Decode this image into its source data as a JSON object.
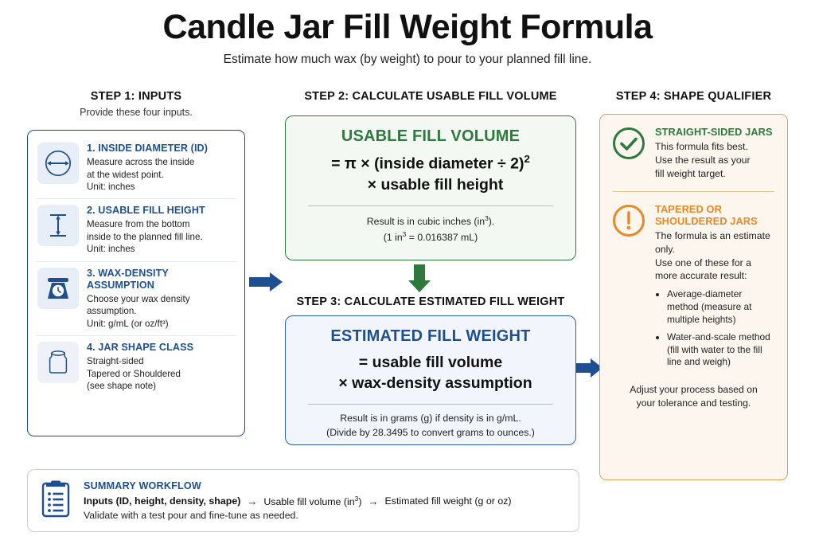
{
  "header": {
    "title": "Candle Jar Fill Weight Formula",
    "subtitle": "Estimate how much wax (by weight) to pour to your planned fill line."
  },
  "colors": {
    "blue": "#1d4f91",
    "green": "#2e7a3e",
    "orange": "#e58a24",
    "panel_blue_border": "#1f4e8c",
    "panel_orange_border": "#e0a05a",
    "green_box_bg": "#f3f8f2",
    "blue_box_bg": "#f2f6fc",
    "orange_box_bg": "#fdf6ee"
  },
  "steps": {
    "step1": {
      "heading": "STEP 1: INPUTS",
      "sub": "Provide these four inputs."
    },
    "step2": {
      "heading": "STEP 2: CALCULATE USABLE FILL VOLUME"
    },
    "step3": {
      "heading": "STEP 3: CALCULATE ESTIMATED FILL WEIGHT"
    },
    "step4": {
      "heading": "STEP 4: SHAPE QUALIFIER"
    }
  },
  "inputs": [
    {
      "icon": "circle-diameter-icon",
      "title": "1. INSIDE DIAMETER (ID)",
      "lines": [
        "Measure across the inside",
        "at the widest point.",
        "Unit: inches"
      ]
    },
    {
      "icon": "vertical-height-arrow-icon",
      "title": "2. USABLE FILL HEIGHT",
      "lines": [
        "Measure from the bottom",
        "inside to the planned fill line.",
        "Unit: inches"
      ]
    },
    {
      "icon": "kitchen-scale-icon",
      "title": "3. WAX-DENSITY ASSUMPTION",
      "lines": [
        "Choose your wax density",
        "assumption.",
        "Unit: g/mL (or oz/ft³)"
      ]
    },
    {
      "icon": "jar-icon",
      "title": "4. JAR SHAPE CLASS",
      "lines": [
        "Straight-sided",
        "Tapered   or   Shouldered",
        "(see shape note)"
      ]
    }
  ],
  "volume_box": {
    "title": "USABLE FILL VOLUME",
    "formula_line1": "= π × (inside diameter ÷ 2)",
    "formula_exp": "2",
    "formula_line2": "× usable fill height",
    "note1_pre": "Result is in cubic inches (in",
    "note1_sup": "3",
    "note1_post": ").",
    "note2_pre": "(1 in",
    "note2_sup": "3",
    "note2_post": " = 0.016387 mL)"
  },
  "weight_box": {
    "title": "ESTIMATED FILL WEIGHT",
    "formula_line1": "= usable fill volume",
    "formula_line2": "× wax-density assumption",
    "note1": "Result is in grams (g) if density is in g/mL.",
    "note2": "(Divide by 28.3495 to convert grams to ounces.)"
  },
  "shape_qualifier": {
    "ok": {
      "icon": "check-circle-icon",
      "title": "STRAIGHT-SIDED JARS",
      "lines": [
        "This formula fits best.",
        "Use the result as your",
        "fill weight target."
      ]
    },
    "warn": {
      "icon": "exclamation-circle-icon",
      "title": "TAPERED OR SHOULDERED JARS",
      "lines": [
        "The formula is an estimate",
        "only.",
        "Use one of these for a",
        "more accurate result:"
      ],
      "bullets": [
        "Average-diameter method (measure at multiple heights)",
        "Water-and-scale method (fill with water to the fill line and weigh)"
      ]
    },
    "footer": [
      "Adjust your process based on",
      "your tolerance and testing."
    ]
  },
  "summary": {
    "icon": "clipboard-icon",
    "title": "SUMMARY WORKFLOW",
    "flow": {
      "step1": "Inputs (ID, height, density, shape)",
      "arrow": "→",
      "step2_pre": "Usable fill volume (in",
      "step2_sup": "3",
      "step2_post": ")",
      "step3": "Estimated fill weight (g or oz)"
    },
    "note": "Validate with a test pour and fine-tune as needed."
  },
  "connectors": {
    "inputs_to_volume": "arrow-right",
    "volume_to_weight": "arrow-down",
    "weight_to_shape": "arrow-right"
  }
}
